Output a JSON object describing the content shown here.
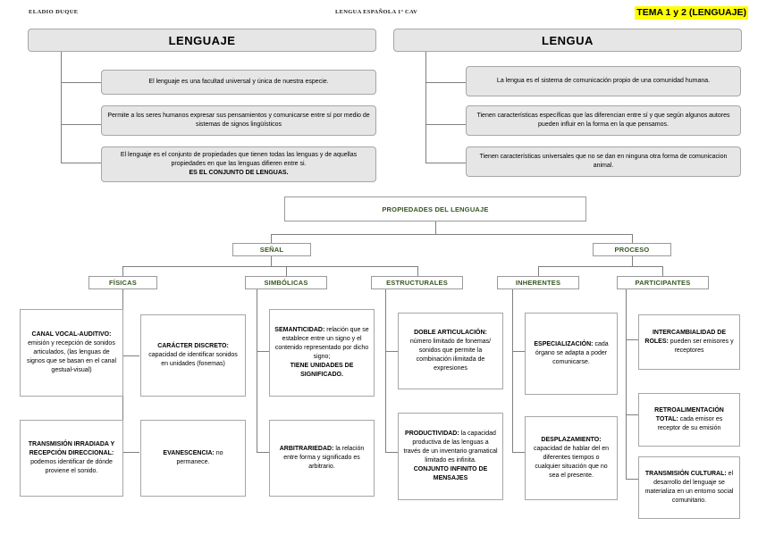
{
  "header": {
    "author": "ELADIO DUQUE",
    "course": "LENGUA ESPAÑOLA 1º CAV",
    "topic": "TEMA 1 y 2 (LENGUAJE)",
    "highlight_color": "#ffff00"
  },
  "colors": {
    "box_fill_gray": "#e6e6e6",
    "box_border": "#a6a6a6",
    "green_text": "#375623",
    "line": "#7f7f7f"
  },
  "lenguaje": {
    "title": "LENGUAJE",
    "items": [
      {
        "text": "El lenguaje es una facultad universal y única de nuestra especie.",
        "emphasis": ""
      },
      {
        "text": "Permite a los seres humanos expresar sus pensamientos y comunicarse entre sí por medio de sistemas de signos lingüísticos",
        "emphasis": ""
      },
      {
        "text": "El lenguaje es el conjunto de propiedades que tienen todas las lenguas y de aquellas propiedades en que las lenguas difieren entre si.",
        "emphasis": "ES EL CONJUNTO DE LENGUAS."
      }
    ]
  },
  "lengua": {
    "title": "LENGUA",
    "items": [
      {
        "text": "La lengua es el sistema de comunicación propio de una comunidad humana.",
        "emphasis": ""
      },
      {
        "text": "Tienen características específicas que las diferencian entre sí y que según algunos autores pueden influir en la forma en la que pensamos.",
        "emphasis": ""
      },
      {
        "text": "Tienen características universales que no se dan en ninguna otra forma de comunicacion animal.",
        "emphasis": ""
      }
    ]
  },
  "propiedades": {
    "root": "PROPIEDADES DEL LENGUAJE",
    "branches": [
      {
        "label": "SEÑAL"
      },
      {
        "label": "PROCESO"
      }
    ],
    "categories": [
      {
        "label": "FÍSICAS"
      },
      {
        "label": "SIMBÓLICAS"
      },
      {
        "label": "ESTRUCTURALES"
      },
      {
        "label": "INHERENTES"
      },
      {
        "label": "PARTICIPANTES"
      }
    ]
  },
  "leaves": {
    "fisicas": [
      {
        "key": "CANAL VOCAL-AUDITIVO:",
        "text": " emisión y recepción de sonidos articulados, (las lenguas de signos que se basan en el canal gestual-visual)",
        "emphasis": ""
      },
      {
        "key": "TRANSMISIÓN IRRADIADA Y RECEPCIÓN DIRECCIONAL:",
        "text": " podemos identificar de dónde proviene el sonido.",
        "emphasis": ""
      },
      {
        "key": "CARÁCTER DISCRETO:",
        "text": " capacidad de identificar sonidos en unidades (fonemas)",
        "emphasis": ""
      },
      {
        "key": "EVANESCENCIA:",
        "text": " no permanece.",
        "emphasis": ""
      }
    ],
    "simbolicas": [
      {
        "key": "SEMANTICIDAD:",
        "text": " relación que se establece entre un signo y el contenido representado por dicho signo;",
        "emphasis": "TIENE UNIDADES DE SIGNIFICADO."
      },
      {
        "key": "ARBITRARIEDAD:",
        "text": " la relación entre forma y significado es arbitrario.",
        "emphasis": ""
      }
    ],
    "estructurales": [
      {
        "key": "DOBLE ARTICULACIÓN:",
        "text": " número limitado de fonemas/ sonidos que permite la combinación ilimitada de expresiones",
        "emphasis": ""
      },
      {
        "key": "PRODUCTIVIDAD:",
        "text": " la capacidad productiva de las lenguas a través de un inventario gramatical limitado es infinita.",
        "emphasis": "CONJUNTO INFINITO DE MENSAJES"
      }
    ],
    "inherentes": [
      {
        "key": "ESPECIALIZACIÓN:",
        "text": " cada órgano se adapta a poder comunicarse.",
        "emphasis": ""
      },
      {
        "key": "DESPLAZAMIENTO:",
        "text": " capacidad de hablar del en diferentes tiempos o cualquier situación que no sea el presente.",
        "emphasis": ""
      }
    ],
    "participantes": [
      {
        "key": "INTERCAMBIALIDAD DE ROLES:",
        "text": " pueden ser emisores y receptores",
        "emphasis": ""
      },
      {
        "key": "RETROALIMENTACIÓN TOTAL:",
        "text": " cada emisor es receptor de su emisión",
        "emphasis": ""
      },
      {
        "key": "TRANSMISIÓN CULTURAL:",
        "text": "  el desarrollo del lenguaje se materializa en un entorno social comunitario.",
        "emphasis": ""
      }
    ]
  }
}
